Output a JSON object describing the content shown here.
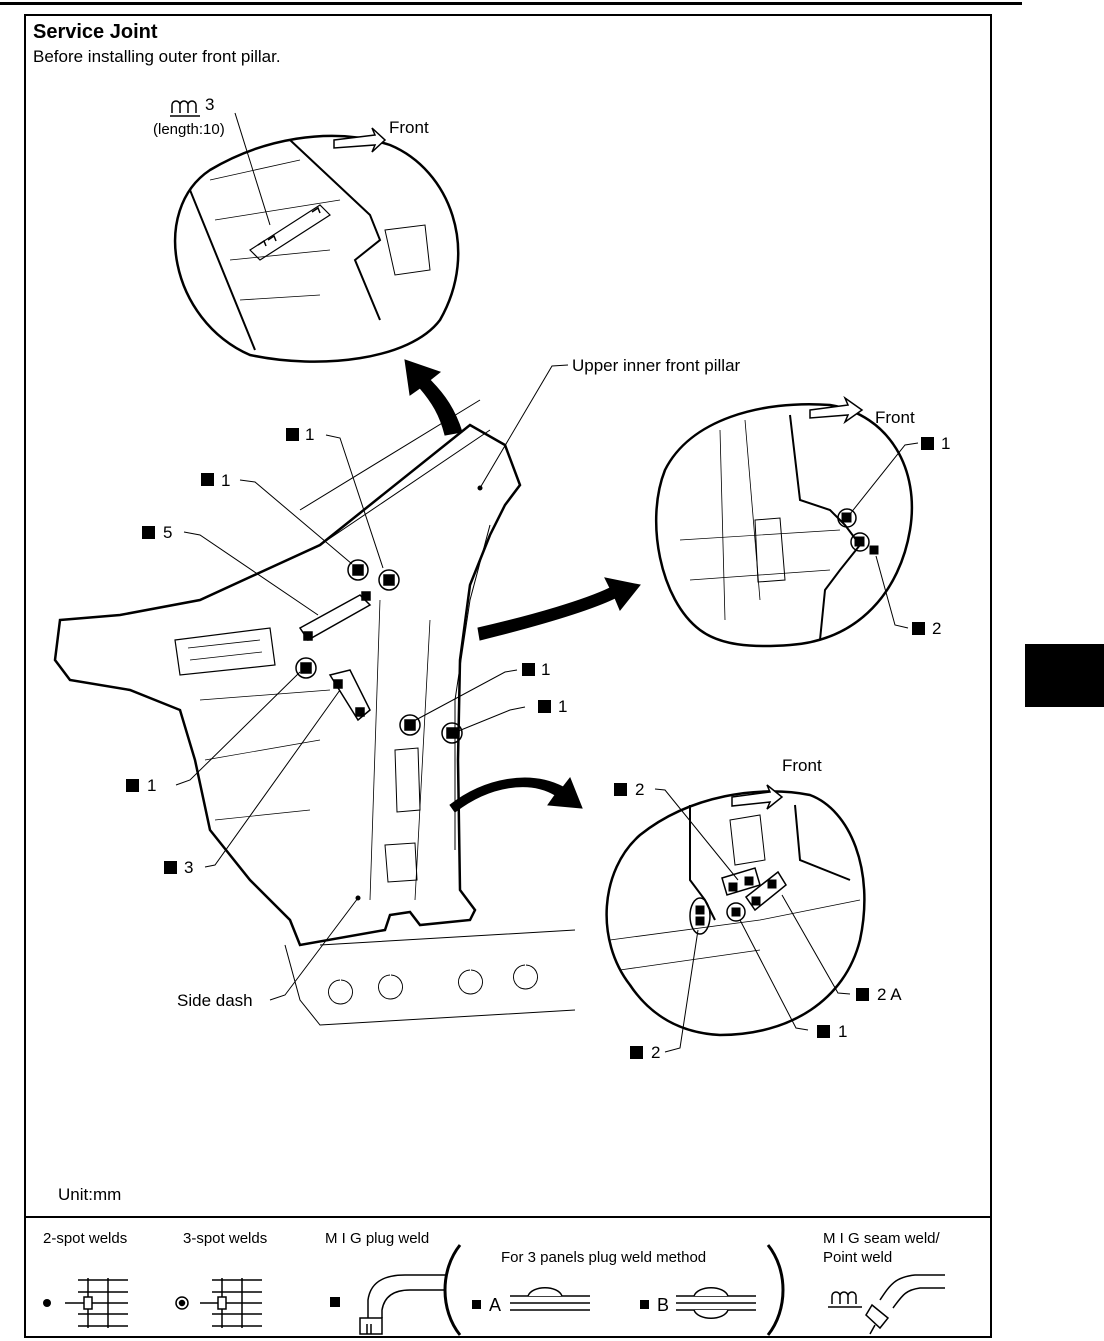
{
  "header": {
    "title": "Service Joint",
    "subtitle": "Before installing outer front pillar."
  },
  "top_detail": {
    "weld_count": "3",
    "length_note": "(length:10)",
    "front_label": "Front"
  },
  "main_labels": {
    "upper_inner_front_pillar": "Upper inner front pillar",
    "side_dash": "Side dash",
    "callout_a": "1",
    "callout_b": "1",
    "callout_c": "5",
    "callout_d": "1",
    "callout_e": "1",
    "callout_f": "1",
    "callout_g": "3"
  },
  "right_detail": {
    "front_label": "Front",
    "callout_top": "1",
    "callout_bottom": "2"
  },
  "bottom_detail": {
    "front_label": "Front",
    "callout_top": "2",
    "callout_2a": "2 A",
    "callout_1": "1",
    "callout_bottom": "2"
  },
  "unit": "Unit:mm",
  "legend": {
    "spot2": "2-spot welds",
    "spot3": "3-spot welds",
    "mig_plug": "M I G plug weld",
    "three_panel": "For 3 panels plug weld method",
    "method_a": "A",
    "method_b": "B",
    "mig_seam_line1": "M I G seam weld/",
    "mig_seam_line2": "Point weld"
  }
}
